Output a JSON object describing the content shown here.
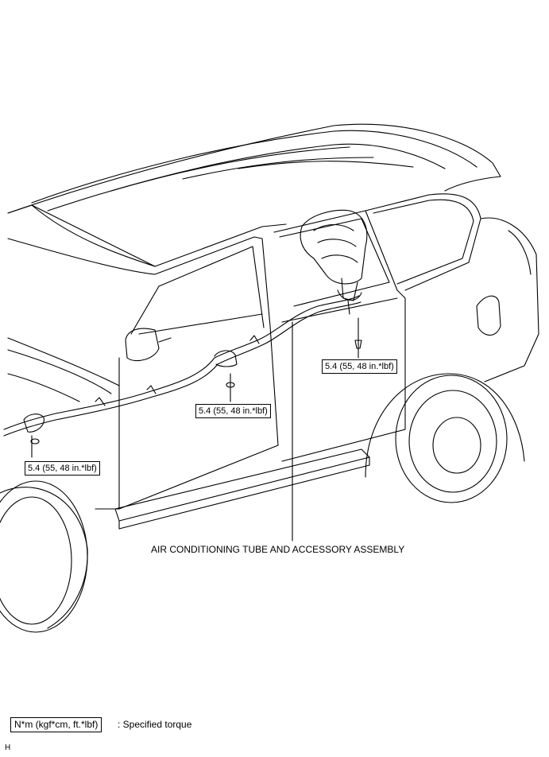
{
  "callouts": {
    "torque_rear": "5.4 (55, 48 in.*lbf)",
    "torque_middle": "5.4 (55, 48 in.*lbf)",
    "torque_front": "5.4 (55, 48 in.*lbf)"
  },
  "part_label": "AIR CONDITIONING TUBE AND ACCESSORY ASSEMBLY",
  "legend": {
    "unit_box": "N*m (kgf*cm, ft.*lbf)",
    "description": ": Specified torque"
  },
  "figure_code": "H"
}
